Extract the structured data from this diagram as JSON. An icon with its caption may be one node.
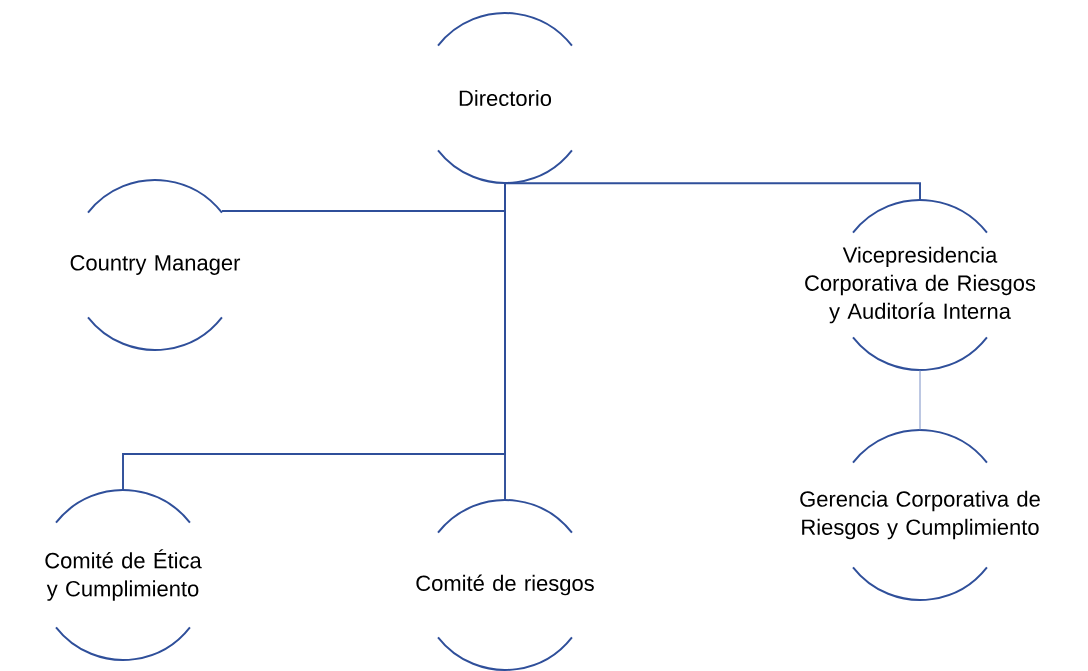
{
  "diagram": {
    "nodes": [
      {
        "text": [
          "Directorio"
        ]
      },
      {
        "text": [
          "Country Manager"
        ]
      },
      {
        "text": [
          "Vicepresidencia Corporativa de Riesgos y Auditoría Interna"
        ]
      },
      {
        "text": [
          "Gerencia Corporativa de Riesgos y Cumplimiento"
        ]
      },
      {
        "text": [
          "Comité de Ética y Cumplimiento"
        ]
      },
      {
        "text": [
          "Comité de riesgos"
        ]
      }
    ],
    "edges": [
      {
        "from": 0,
        "to": 1,
        "arrow": "none"
      },
      {
        "from": 0,
        "to": 2,
        "arrow": "none"
      },
      {
        "from": 0,
        "to": 4,
        "arrow": "none"
      },
      {
        "from": 0,
        "to": 5,
        "arrow": "none"
      },
      {
        "from": 2,
        "to": 3,
        "arrow": "none",
        "color": "#8196c9"
      }
    ]
  }
}
